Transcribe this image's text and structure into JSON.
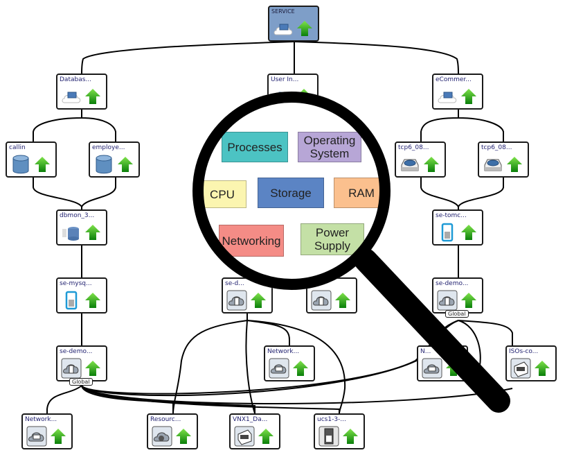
{
  "diagram": {
    "status_color": "#1fa31f",
    "service_color": "#7e9ec8",
    "nodes": [
      {
        "id": "service",
        "label": "SERVICE",
        "icon": "cloud-laptop-icon",
        "status": "up-arrow-icon"
      },
      {
        "id": "database",
        "label": "Databas...",
        "icon": "cloud-laptop-icon",
        "status": "up-arrow-icon"
      },
      {
        "id": "userin",
        "label": "User In...",
        "icon": "cloud-laptop-icon",
        "status": "up-arrow-icon"
      },
      {
        "id": "ecommerce",
        "label": "eCommer...",
        "icon": "cloud-laptop-icon",
        "status": "up-arrow-icon"
      },
      {
        "id": "callin",
        "label": "callin",
        "icon": "database-cylinder-icon",
        "status": "up-arrow-icon"
      },
      {
        "id": "employee",
        "label": "employe...",
        "icon": "database-cylinder-icon",
        "status": "up-arrow-icon"
      },
      {
        "id": "tcp6a",
        "label": "tcp6_08...",
        "icon": "hard-drive-icon",
        "status": "up-arrow-icon"
      },
      {
        "id": "tcp6b",
        "label": "tcp6_08...",
        "icon": "hard-drive-icon",
        "status": "up-arrow-icon"
      },
      {
        "id": "dbmon",
        "label": "dbmon_3...",
        "icon": "database-server-icon",
        "status": "up-arrow-icon"
      },
      {
        "id": "setomc",
        "label": "se-tomc...",
        "icon": "vm-icon",
        "status": "up-arrow-icon"
      },
      {
        "id": "semysq",
        "label": "se-mysq...",
        "icon": "vm-icon",
        "status": "up-arrow-icon"
      },
      {
        "id": "semid1",
        "label": "se-d...",
        "icon": "cloud-server-icon",
        "status": "up-arrow-icon"
      },
      {
        "id": "semid2",
        "label": "",
        "icon": "cloud-server-icon",
        "status": "up-arrow-icon"
      },
      {
        "id": "sedemoR",
        "label": "se-demo...",
        "icon": "cloud-server-icon",
        "status": "up-arrow-icon",
        "tag": "Global"
      },
      {
        "id": "sedemoL",
        "label": "se-demo...",
        "icon": "cloud-server-icon",
        "status": "up-arrow-icon",
        "tag": "Global"
      },
      {
        "id": "netmid",
        "label": "Network...",
        "icon": "cloud-network-icon",
        "status": "up-arrow-icon"
      },
      {
        "id": "netright",
        "label": "N...",
        "icon": "cloud-network-icon",
        "status": "up-arrow-icon"
      },
      {
        "id": "isos",
        "label": "ISOs-co...",
        "icon": "storage-array-icon",
        "status": "up-arrow-icon"
      },
      {
        "id": "netbottom",
        "label": "Network...",
        "icon": "cloud-network-icon",
        "status": "up-arrow-icon"
      },
      {
        "id": "resource",
        "label": "Resourc...",
        "icon": "cloud-resource-icon",
        "status": "up-arrow-icon"
      },
      {
        "id": "vnx1",
        "label": "VNX1_Da...",
        "icon": "storage-array-icon",
        "status": "up-arrow-icon"
      },
      {
        "id": "ucs1",
        "label": "ucs1-3-...",
        "icon": "blade-server-icon",
        "status": "up-arrow-icon"
      }
    ]
  },
  "magnifier": {
    "cards": [
      {
        "label": "Processes",
        "color": "#4cc3c3"
      },
      {
        "label": "Operating System",
        "color": "#b7a6d6"
      },
      {
        "label": "CPU",
        "color": "#fbf5b0"
      },
      {
        "label": "Storage",
        "color": "#5b84c4"
      },
      {
        "label": "RAM",
        "color": "#fbc08e"
      },
      {
        "label": "Networking",
        "color": "#f48c86"
      },
      {
        "label": "Power Supply",
        "color": "#c4e0a6"
      }
    ]
  }
}
